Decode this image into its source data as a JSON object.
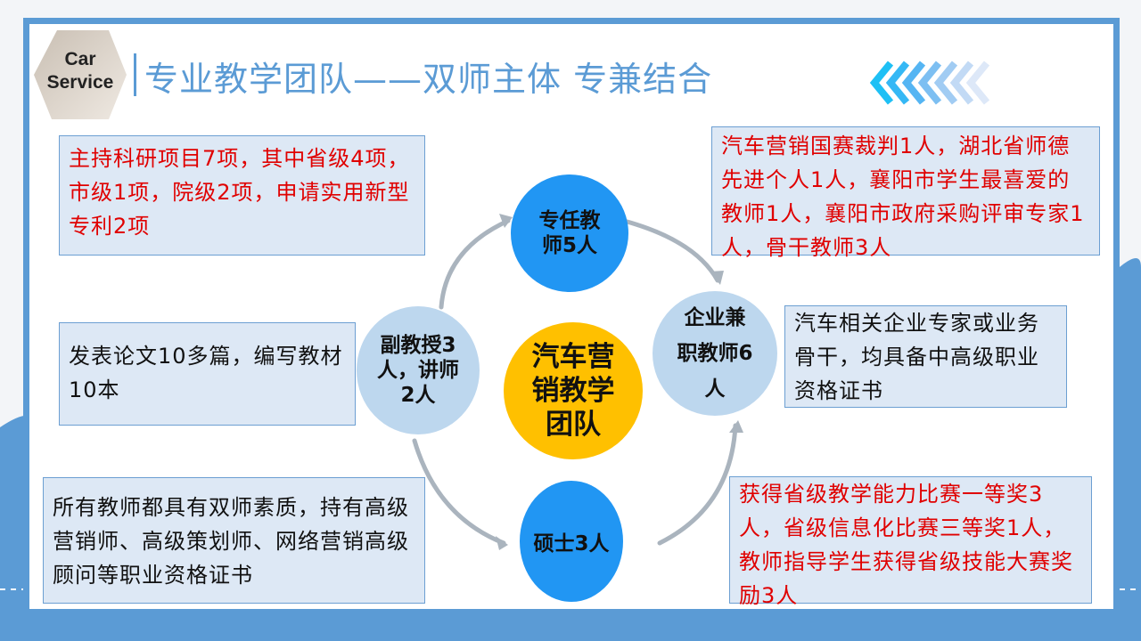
{
  "header": {
    "logo_text_line1": "Car",
    "logo_text_line2": "Service",
    "title": "专业教学团队——双师主体  专兼结合"
  },
  "center": {
    "label": "汽车营销教学团队"
  },
  "nodes": {
    "top": "专任教师5人",
    "left": "副教授3人，讲师2人",
    "right": "企业兼职教师6人",
    "bottom": "硕士3人"
  },
  "boxes": {
    "top_left": "主持科研项目7项，其中省级4项，市级1项，院级2项，申请实用新型专利2项",
    "mid_left": "发表论文10多篇，编写教材10本",
    "bottom_left": "所有教师都具有双师素质，持有高级营销师、高级策划师、网络营销高级顾问等职业资格证书",
    "top_right": "汽车营销国赛裁判1人，湖北省师德先进个人1人，襄阳市学生最喜爱的教师1人，襄阳市政府采购评审专家1人，骨干教师3人",
    "mid_right": "汽车相关企业专家或业务骨干，均具备中高级职业资格证书",
    "bottom_right": "获得省级教学能力比赛一等奖3人，省级信息化比赛三等奖1人，教师指导学生获得省级技能大赛奖励3人"
  },
  "colors": {
    "accent": "#5b9bd5",
    "gold": "#ffc000",
    "blue": "#2196f3",
    "light_blue": "#bdd7ee",
    "red": "#e00000"
  }
}
